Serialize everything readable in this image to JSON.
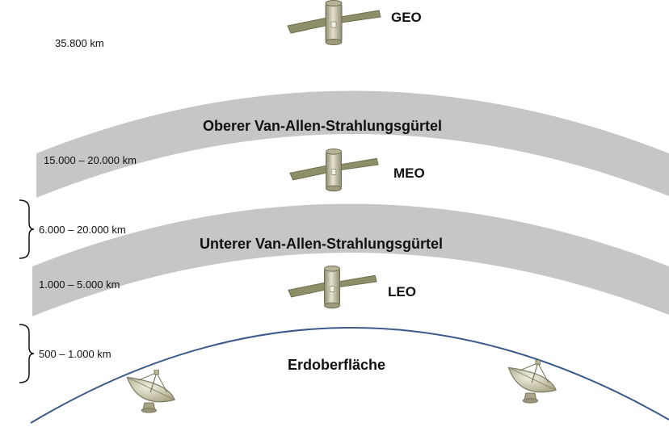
{
  "orbits": {
    "geo": "GEO",
    "meo": "MEO",
    "leo": "LEO"
  },
  "belts": {
    "upper": "Oberer Van-Allen-Strahlungsgürtel",
    "lower": "Unterer Van-Allen-Strahlungsgürtel"
  },
  "surface": "Erdoberfläche",
  "altitudes": {
    "geo": "35.800 km",
    "upper_belt": "15.000 – 20.000 km",
    "meo": "6.000 – 20.000 km",
    "lower_belt": "1.000 – 5.000 km",
    "leo": "500 – 1.000 km"
  },
  "colors": {
    "belt_fill": "#c6c6c6",
    "earth_line": "#3a5a8c",
    "satellite_panel": "#8e8f68",
    "satellite_body": "#c9c5a6",
    "dish": "#d6d3bc"
  },
  "icons": {
    "satellite": "satellite-icon",
    "dish": "satellite-dish-icon",
    "brace": "bracket-icon"
  }
}
